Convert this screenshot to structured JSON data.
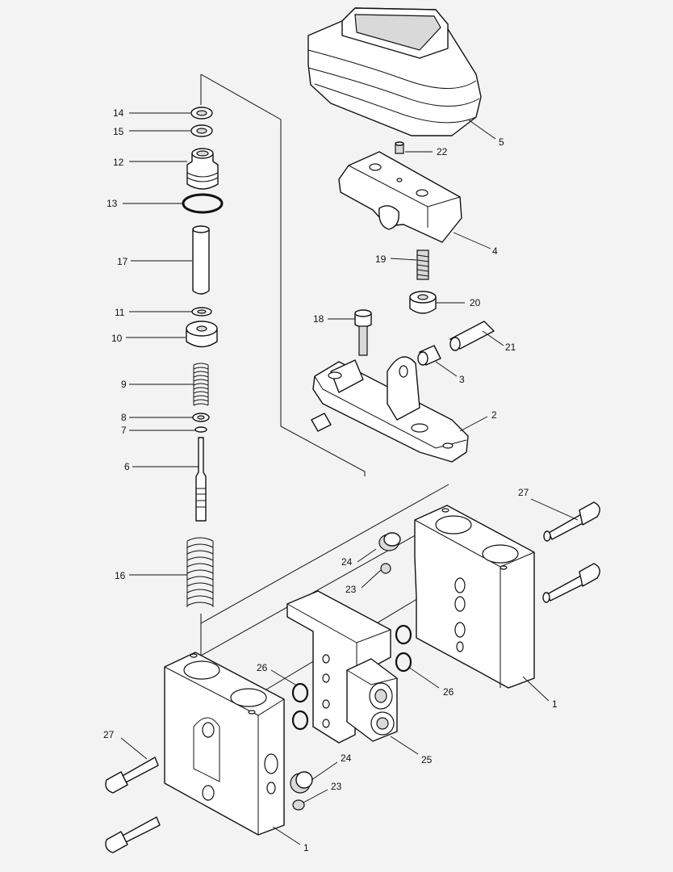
{
  "callouts": [
    {
      "id": "c14",
      "label": "14"
    },
    {
      "id": "c15",
      "label": "15"
    },
    {
      "id": "c12",
      "label": "12"
    },
    {
      "id": "c13",
      "label": "13"
    },
    {
      "id": "c17",
      "label": "17"
    },
    {
      "id": "c11",
      "label": "11"
    },
    {
      "id": "c10",
      "label": "10"
    },
    {
      "id": "c9",
      "label": "9"
    },
    {
      "id": "c8",
      "label": "8"
    },
    {
      "id": "c7",
      "label": "7"
    },
    {
      "id": "c6",
      "label": "6"
    },
    {
      "id": "c16",
      "label": "16"
    },
    {
      "id": "c22",
      "label": "22"
    },
    {
      "id": "c5",
      "label": "5"
    },
    {
      "id": "c4",
      "label": "4"
    },
    {
      "id": "c19",
      "label": "19"
    },
    {
      "id": "c20",
      "label": "20"
    },
    {
      "id": "c18",
      "label": "18"
    },
    {
      "id": "c21",
      "label": "21"
    },
    {
      "id": "c3",
      "label": "3"
    },
    {
      "id": "c2",
      "label": "2"
    },
    {
      "id": "c27a",
      "label": "27"
    },
    {
      "id": "c24a",
      "label": "24"
    },
    {
      "id": "c23a",
      "label": "23"
    },
    {
      "id": "c26a",
      "label": "26"
    },
    {
      "id": "c1a",
      "label": "1"
    },
    {
      "id": "c26b",
      "label": "26"
    },
    {
      "id": "c27b",
      "label": "27"
    },
    {
      "id": "c24b",
      "label": "24"
    },
    {
      "id": "c23b",
      "label": "23"
    },
    {
      "id": "c25",
      "label": "25"
    },
    {
      "id": "c1b",
      "label": "1"
    }
  ]
}
